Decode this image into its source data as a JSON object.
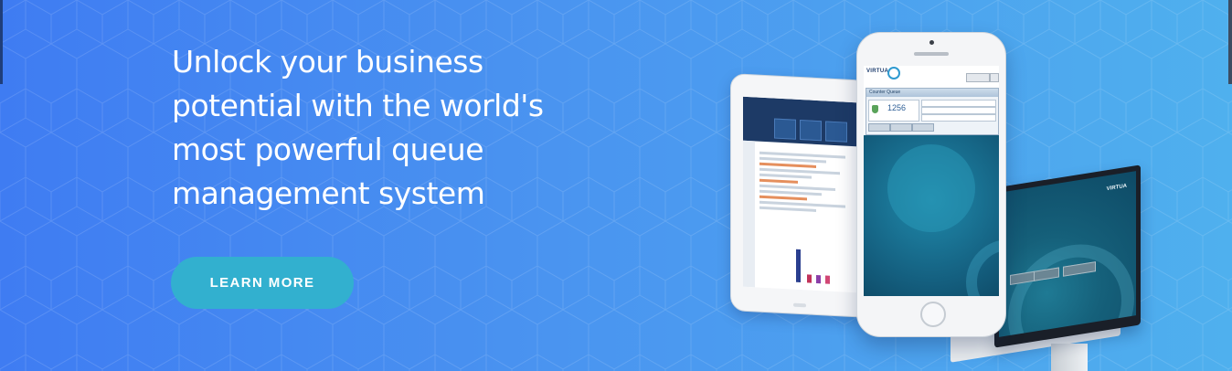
{
  "hero": {
    "headline": "Unlock your business potential with the world's most powerful queue management system",
    "cta_label": "LEARN MORE",
    "colors": {
      "gradient_start": "#3f7cf2",
      "gradient_end": "#4fb0ee",
      "cta_background": "#32b0cf",
      "text": "#ffffff"
    }
  },
  "devices": {
    "phone": {
      "brand_logo": "VIRTUA",
      "panel_title": "Counter Queue",
      "counter_value": "1256"
    },
    "monitor": {
      "brand_logo": "VIRTUA"
    }
  }
}
